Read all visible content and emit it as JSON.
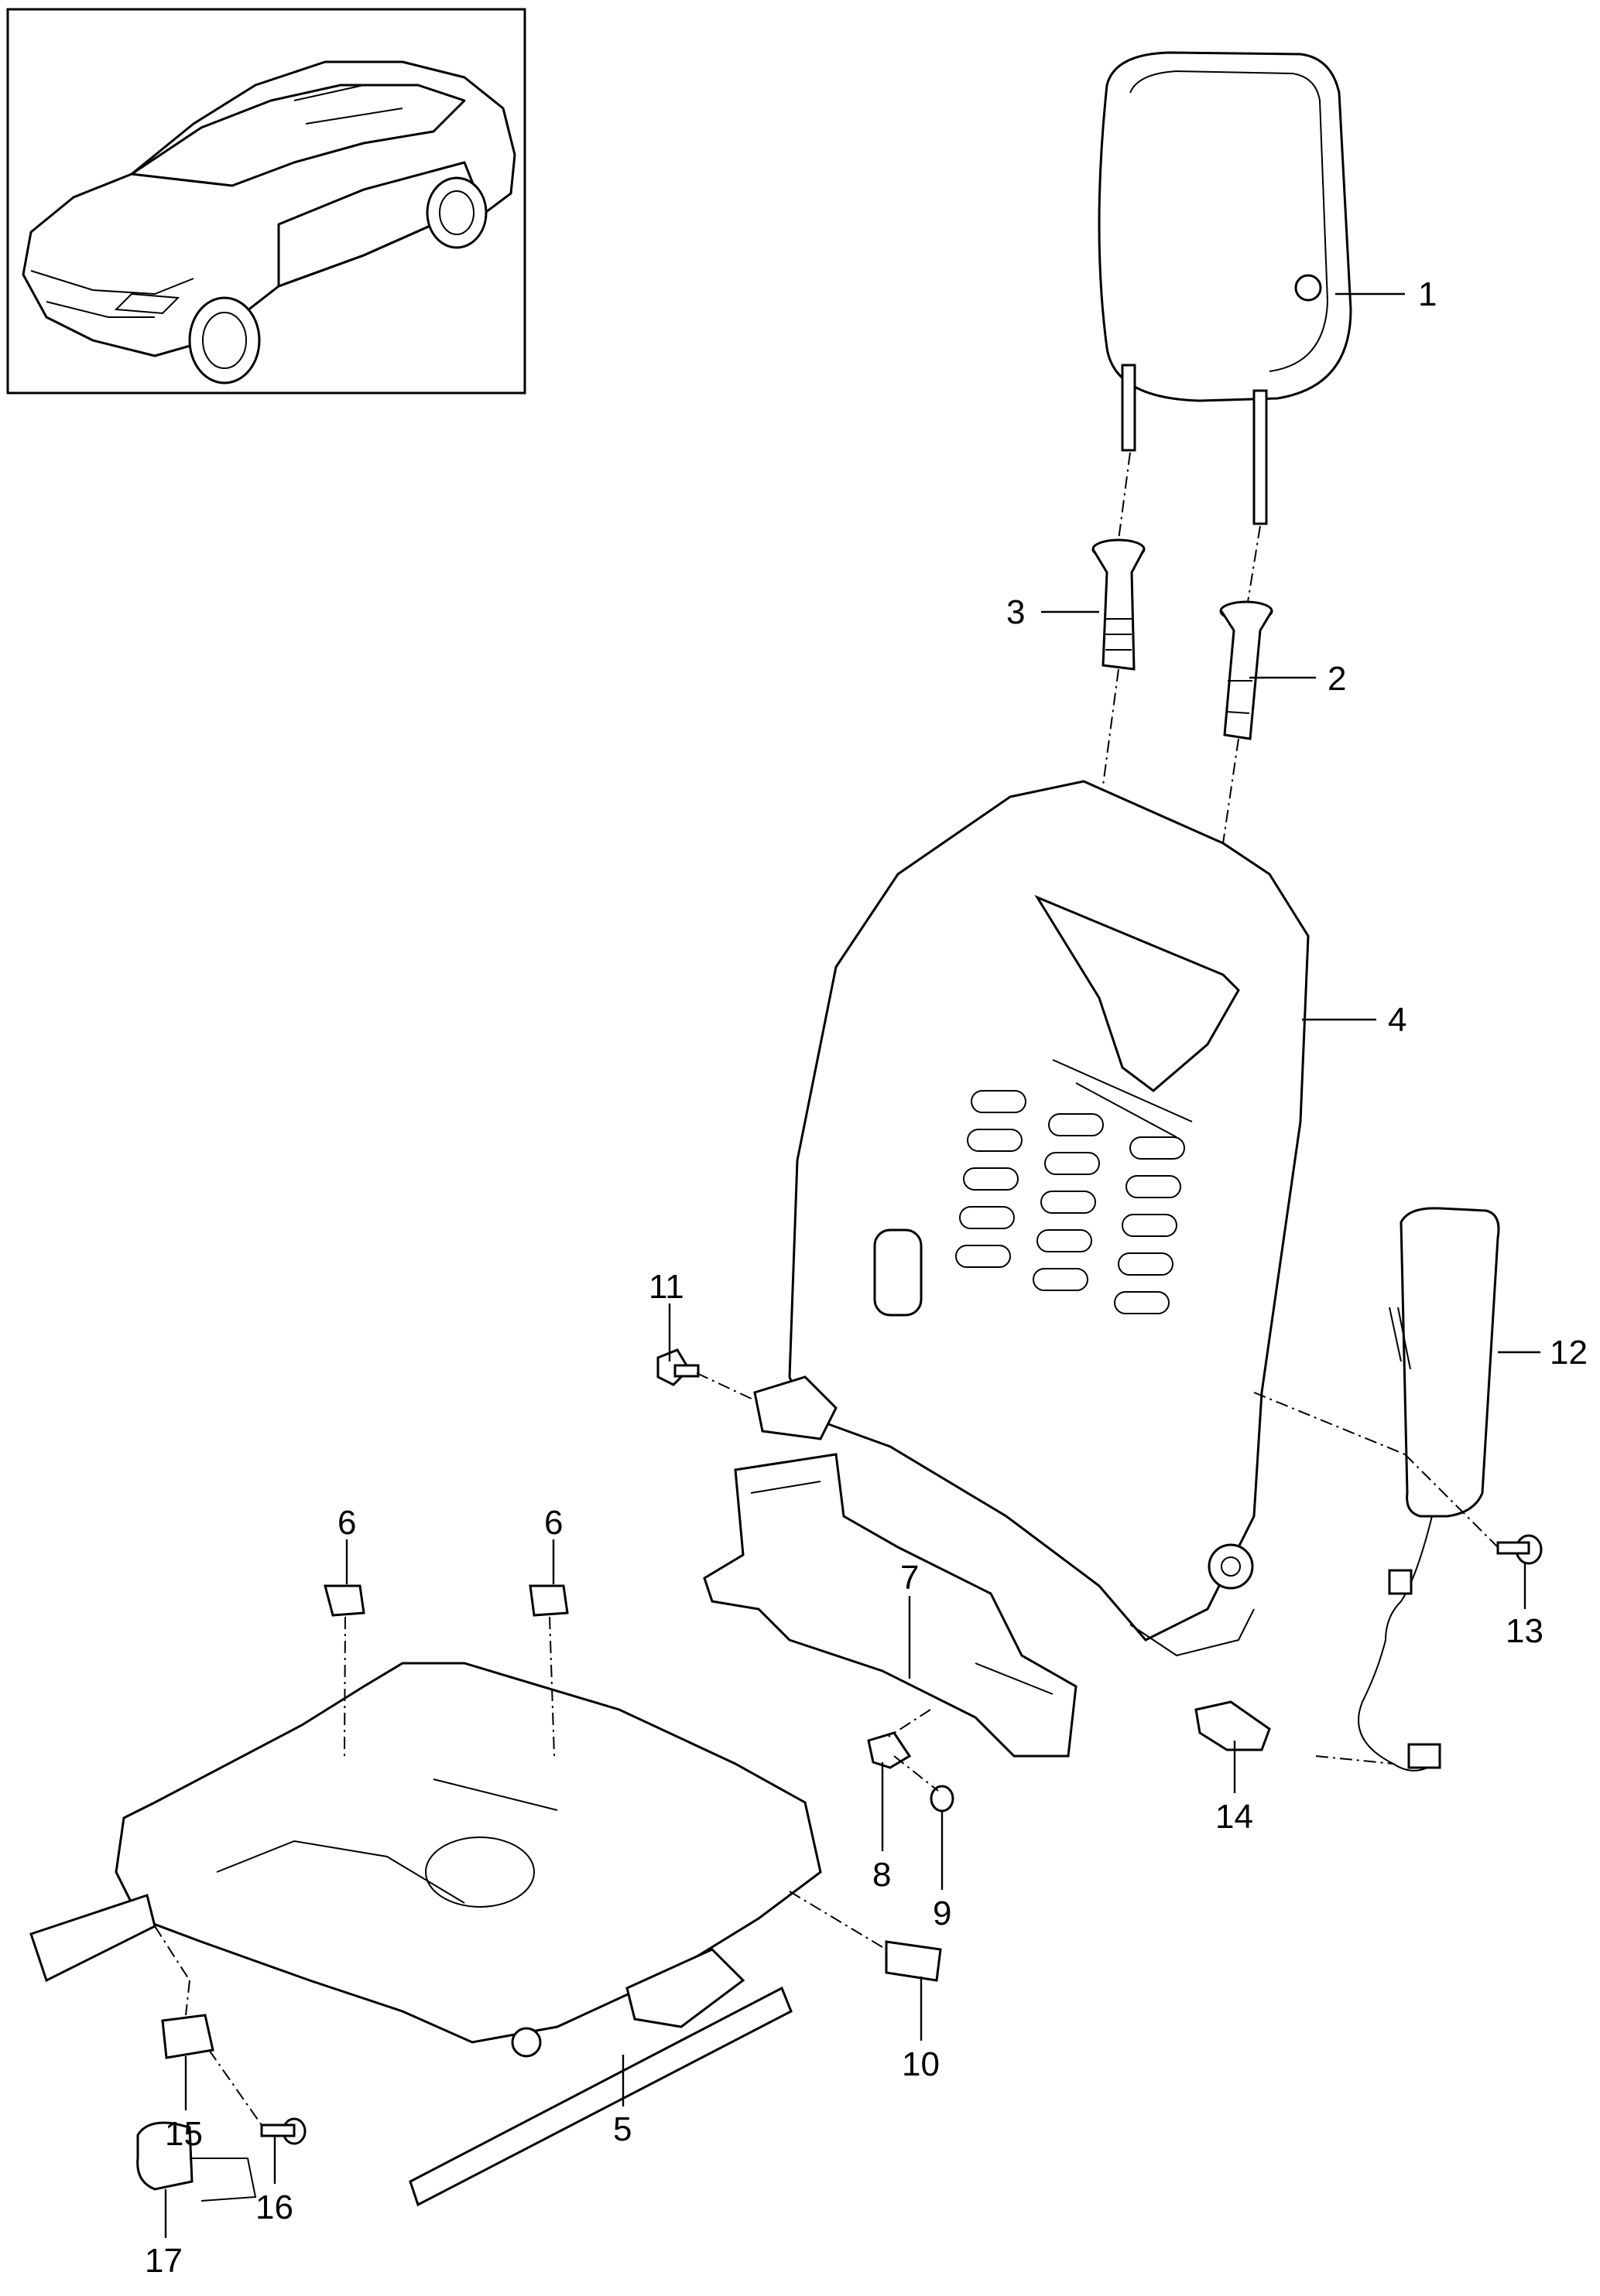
{
  "callouts": [
    {
      "id": "1",
      "label": "1"
    },
    {
      "id": "2",
      "label": "2"
    },
    {
      "id": "3",
      "label": "3"
    },
    {
      "id": "4",
      "label": "4"
    },
    {
      "id": "5",
      "label": "5"
    },
    {
      "id": "6a",
      "label": "6"
    },
    {
      "id": "6b",
      "label": "6"
    },
    {
      "id": "7",
      "label": "7"
    },
    {
      "id": "8",
      "label": "8"
    },
    {
      "id": "9",
      "label": "9"
    },
    {
      "id": "10",
      "label": "10"
    },
    {
      "id": "11",
      "label": "11"
    },
    {
      "id": "12",
      "label": "12"
    },
    {
      "id": "13",
      "label": "13"
    },
    {
      "id": "14",
      "label": "14"
    },
    {
      "id": "15",
      "label": "15"
    },
    {
      "id": "16",
      "label": "16"
    },
    {
      "id": "17",
      "label": "17"
    }
  ]
}
